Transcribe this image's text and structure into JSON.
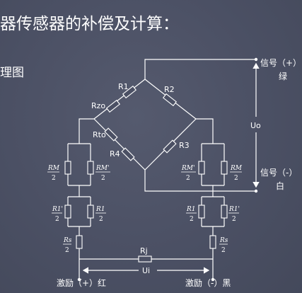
{
  "slide": {
    "title": "器传感器的补偿及计算：",
    "subtitle": "理图"
  },
  "labels": {
    "R1": "R1",
    "R2": "R2",
    "R3": "R3",
    "R4": "R4",
    "Rzo": "Rzo",
    "Rto": "Rto",
    "Rj": "Rj",
    "Uo": "Uo",
    "Ui": "Ui",
    "RM": "RM",
    "RMp": "RM'",
    "R1p": "R1'",
    "R1b": "R1",
    "Rs": "Rs",
    "two": "2",
    "sig_pos": "信号（+）",
    "sig_pos_color": "绿",
    "sig_neg": "信号（-）",
    "sig_neg_color": "白",
    "exc_pos": "激励（+）红",
    "exc_neg": "激励（-）黑"
  }
}
